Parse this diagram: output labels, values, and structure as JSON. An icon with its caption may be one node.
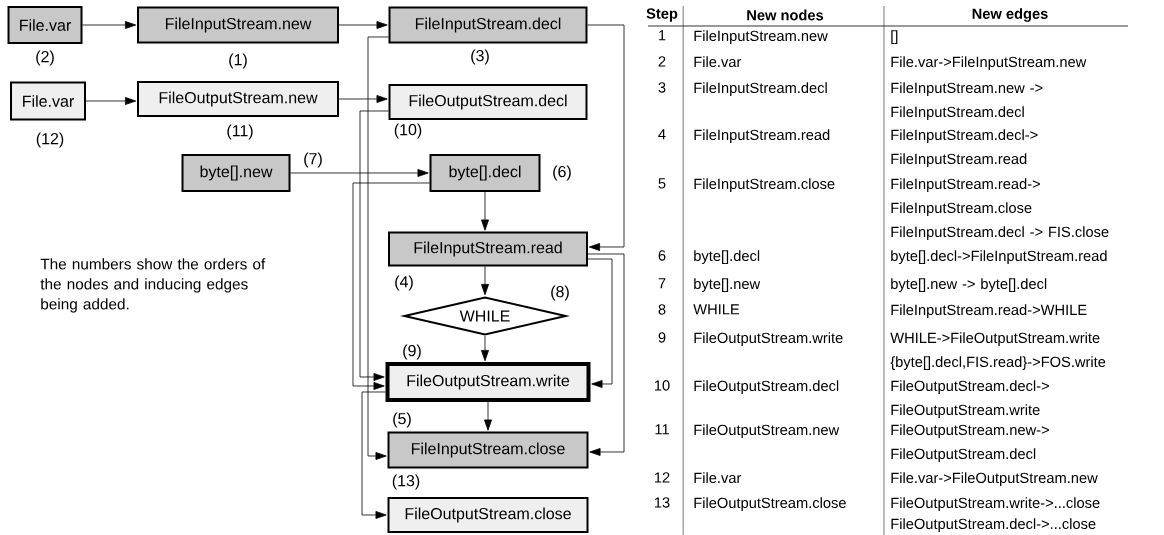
{
  "diagram": {
    "nodes": [
      {
        "text": [
          "File.var"
        ],
        "beside": [
          "(2)"
        ]
      },
      {
        "text": [
          "FileInputStream.new"
        ],
        "beside": [
          "(1)"
        ]
      },
      {
        "text": [
          "FileInputStream.decl"
        ],
        "beside": [
          "(3)"
        ]
      },
      {
        "text": [
          "File.var"
        ],
        "beside": [
          "(12)"
        ]
      },
      {
        "text": [
          "FileOutputStream.new"
        ],
        "beside": [
          "(11)"
        ]
      },
      {
        "text": [
          "FileOutputStream.decl"
        ],
        "beside": [
          "(10)"
        ]
      },
      {
        "text": [
          "byte[].new"
        ],
        "beside": [
          "(7)"
        ]
      },
      {
        "text": [
          "byte[].decl"
        ],
        "beside": [
          "(6)"
        ]
      },
      {
        "text": [
          "FileInputStream.read"
        ],
        "beside": [
          "(4)"
        ]
      },
      {
        "text": [
          "WHILE"
        ],
        "beside": [
          "(8)"
        ]
      },
      {
        "text": [
          "FileOutputStream.write"
        ],
        "beside": [
          "(9)"
        ]
      },
      {
        "text": [
          "FileInputStream.close"
        ],
        "beside": [
          "(5)"
        ]
      },
      {
        "text": [
          "FileOutputStream.close"
        ],
        "beside": [
          "(13)"
        ]
      }
    ],
    "edges": [
      {
        "from": 0,
        "to": 1,
        "arrow": "to"
      },
      {
        "from": 1,
        "to": 2,
        "arrow": "to"
      },
      {
        "from": 3,
        "to": 4,
        "arrow": "to"
      },
      {
        "from": 4,
        "to": 5,
        "arrow": "to"
      },
      {
        "from": 6,
        "to": 7,
        "arrow": "to"
      },
      {
        "from": 2,
        "to": 8,
        "arrow": "to"
      },
      {
        "from": 7,
        "to": 8,
        "arrow": "to"
      },
      {
        "from": 8,
        "to": 9,
        "arrow": "to"
      },
      {
        "from": 9,
        "to": 10,
        "arrow": "to"
      },
      {
        "from": 8,
        "to": 10,
        "arrow": "to"
      },
      {
        "from": 7,
        "to": 10,
        "arrow": "to"
      },
      {
        "from": 5,
        "to": 10,
        "arrow": "to"
      },
      {
        "from": 10,
        "to": 11,
        "arrow": "to"
      },
      {
        "from": 8,
        "to": 11,
        "arrow": "to"
      },
      {
        "from": 2,
        "to": 11,
        "arrow": "to"
      },
      {
        "from": 10,
        "to": 12,
        "arrow": "to"
      }
    ],
    "labels": [
      "The numbers show the orders of the nodes and inducing edges being added.",
      "Step",
      "New nodes",
      "New edges",
      "1",
      "FileInputStream.new",
      "[]",
      "2",
      "File.var",
      "File.var->FileInputStream.new",
      "3",
      "FileInputStream.decl",
      "FileInputStream.new -> FileInputStream.decl",
      "4",
      "FileInputStream.read",
      "FileInputStream.decl-> FileInputStream.read",
      "5",
      "FileInputStream.close",
      "FileInputStream.read-> FileInputStream.close",
      "FileInputStream.decl -> FIS.close",
      "6",
      "byte[].decl",
      "byte[].decl->FileInputStream.read",
      "7",
      "byte[].new",
      "byte[].new -> byte[].decl",
      "8",
      "WHILE",
      "FileInputStream.read->WHILE",
      "9",
      "FileOutputStream.write",
      "WHILE->FileOutputStream.write",
      "{byte[].decl,FIS.read}->FOS.write",
      "10",
      "FileOutputStream.decl",
      "FileOutputStream.decl-> FileOutputStream.write",
      "11",
      "FileOutputStream.new",
      "FileOutputStream.new-> FileOutputStream.decl",
      "12",
      "File.var",
      "File.var->FileOutputStream.new",
      "13",
      "FileOutputStream.close",
      "FileOutputStream.write->...close",
      "FileOutputStream.decl->...close"
    ]
  }
}
